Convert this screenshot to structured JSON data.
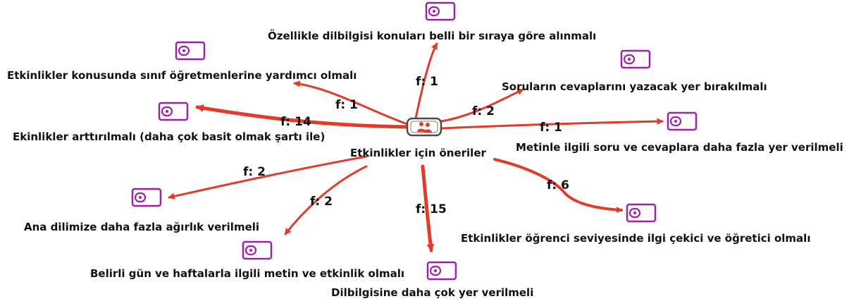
{
  "center": {
    "label": "Etkinlikler için öneriler",
    "icon": "user-group-icon",
    "icon_color": "#d9402b"
  },
  "colors": {
    "arrow": "#e23b2a",
    "code_icon": "#a020a8",
    "text": "#111111"
  },
  "nodes": [
    {
      "label": "Özellikle dilbilgisi konuları belli bir sıraya göre alınmalı",
      "freq": "f: 1"
    },
    {
      "label": "Etkinlikler konusunda sınıf öğretmenlerine yardımcı olmalı",
      "freq": "f: 1"
    },
    {
      "label": "Soruların cevaplarını yazacak yer bırakılmalı",
      "freq": "f: 2"
    },
    {
      "label": "Ekinlikler arttırılmalı (daha çok basit olmak şartı ile)",
      "freq": "f: 14"
    },
    {
      "label": "Metinle ilgili soru ve cevaplara daha fazla yer verilmeli",
      "freq": "f: 1"
    },
    {
      "label": "Ana dilimize daha fazla ağırlık verilmeli",
      "freq": "f: 2"
    },
    {
      "label": "Belirli gün ve haftalarla ilgili metin ve etkinlik olmalı",
      "freq": "f: 2"
    },
    {
      "label": "Dilbilgisine daha çok yer verilmeli",
      "freq": "f: 15"
    },
    {
      "label": "Etkinlikler öğrenci seviyesinde ilgi çekici ve öğretici olmalı",
      "freq": "f: 6"
    }
  ]
}
